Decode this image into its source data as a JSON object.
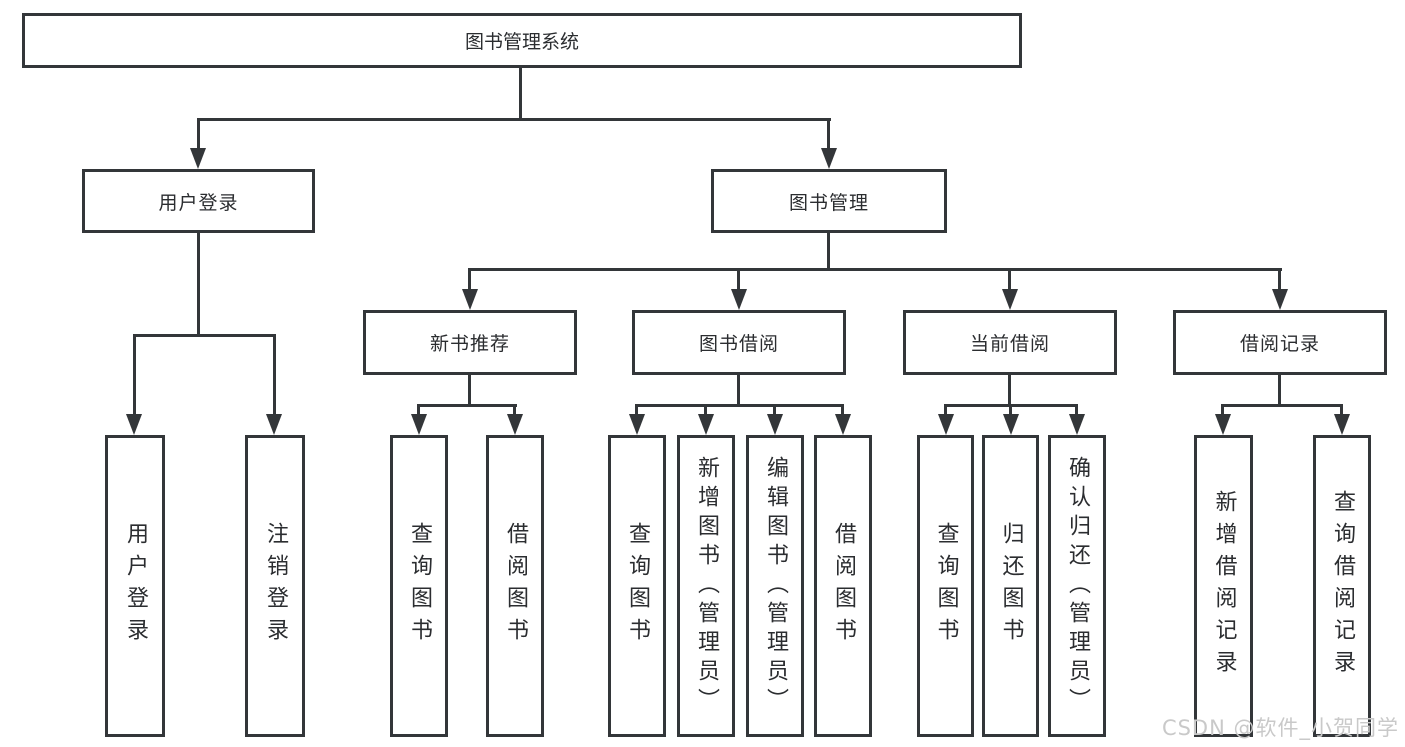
{
  "diagram": {
    "type": "hierarchy-tree",
    "line_color": "#333639",
    "background": "#ffffff",
    "root": {
      "label": "图书管理系统",
      "children": [
        {
          "label": "用户登录",
          "children": [
            {
              "label": "用户登录"
            },
            {
              "label": "注销登录"
            }
          ]
        },
        {
          "label": "图书管理",
          "children": [
            {
              "label": "新书推荐",
              "children": [
                {
                  "label": "查询图书"
                },
                {
                  "label": "借阅图书"
                }
              ]
            },
            {
              "label": "图书借阅",
              "children": [
                {
                  "label": "查询图书"
                },
                {
                  "label": "新增图书（管理员）"
                },
                {
                  "label": "编辑图书（管理员）"
                },
                {
                  "label": "借阅图书"
                }
              ]
            },
            {
              "label": "当前借阅",
              "children": [
                {
                  "label": "查询图书"
                },
                {
                  "label": "归还图书"
                },
                {
                  "label": "确认归还（管理员）"
                }
              ]
            },
            {
              "label": "借阅记录",
              "children": [
                {
                  "label": "新增借阅记录"
                },
                {
                  "label": "查询借阅记录"
                }
              ]
            }
          ]
        }
      ]
    }
  },
  "watermark": {
    "text": "CSDN @软件_小贺同学",
    "color": "#c9c9c9"
  }
}
